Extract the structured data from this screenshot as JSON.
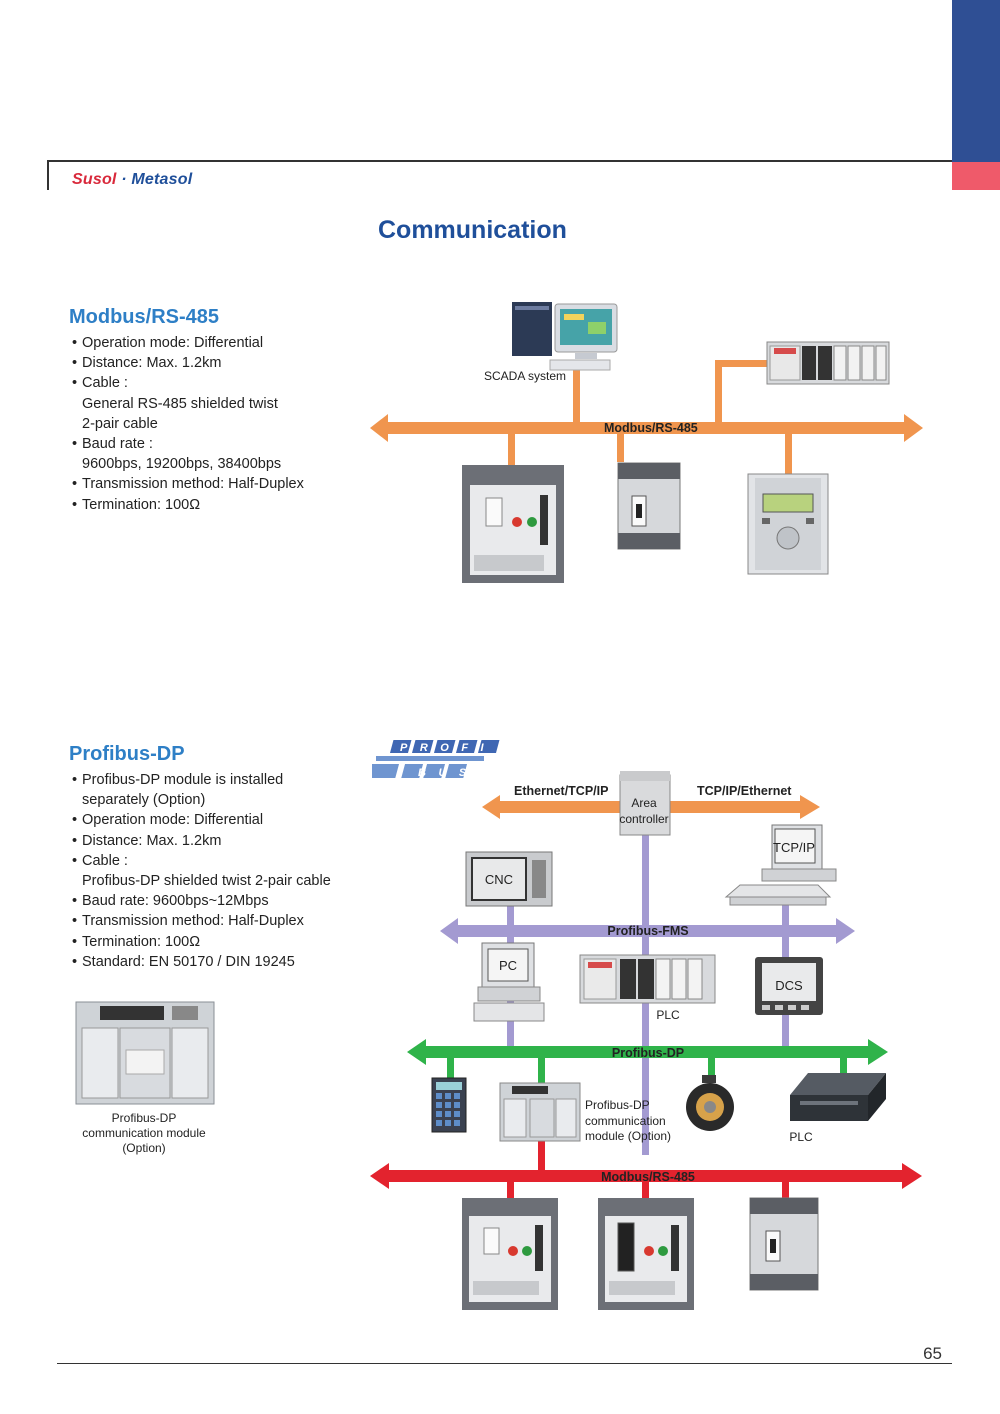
{
  "header": {
    "brand_part1": "Susol",
    "brand_dot": "·",
    "brand_part2": "Metasol",
    "colors": {
      "tab_blue": "#2f4f94",
      "tab_red": "#ef5a6a"
    }
  },
  "page_title": "Communication",
  "modbus": {
    "heading": "Modbus/RS-485",
    "specs": [
      "Operation mode: Differential",
      "Distance: Max. 1.2km",
      "Cable :",
      "General RS-485 shielded twist",
      "2-pair cable",
      "Baud rate :",
      "9600bps, 19200bps, 38400bps",
      "Transmission method: Half-Duplex",
      "Termination: 100Ω"
    ],
    "diagram": {
      "scada_label": "SCADA system",
      "bus_label": "Modbus/RS-485",
      "bus_color": "#f0954e"
    }
  },
  "profibus": {
    "heading": "Profibus-DP",
    "specs": [
      "Profibus-DP module is installed",
      "separately (Option)",
      "Operation mode: Differential",
      "Distance: Max. 1.2km",
      "Cable :",
      "Profibus-DP shielded twist 2-pair cable",
      "Baud rate: 9600bps~12Mbps",
      "Transmission method: Half-Duplex",
      "Termination: 100Ω",
      "Standard: EN 50170 / DIN 19245"
    ],
    "module_caption": [
      "Profibus-DP",
      "communication module",
      "(Option)"
    ],
    "logo": {
      "top": "PROFI",
      "bottom": "BUS"
    },
    "diagram": {
      "ethernet_left": "Ethernet/TCP/IP",
      "ethernet_right": "TCP/IP/Ethernet",
      "area_controller": [
        "Area",
        "controller"
      ],
      "cnc": "CNC",
      "tcpip": "TCP/IP",
      "fms_label": "Profibus-FMS",
      "pc": "PC",
      "plc_top": "PLC",
      "dcs": "DCS",
      "dp_label": "Profibus-DP",
      "module_label": [
        "Profibus-DP",
        "communication",
        "module (Option)"
      ],
      "plc_bottom": "PLC",
      "modbus_label": "Modbus/RS-485",
      "colors": {
        "ethernet": "#f0954e",
        "fms": "#a39ad1",
        "dp": "#2fb34a",
        "modbus": "#e3232e"
      }
    }
  },
  "page_number": "65"
}
